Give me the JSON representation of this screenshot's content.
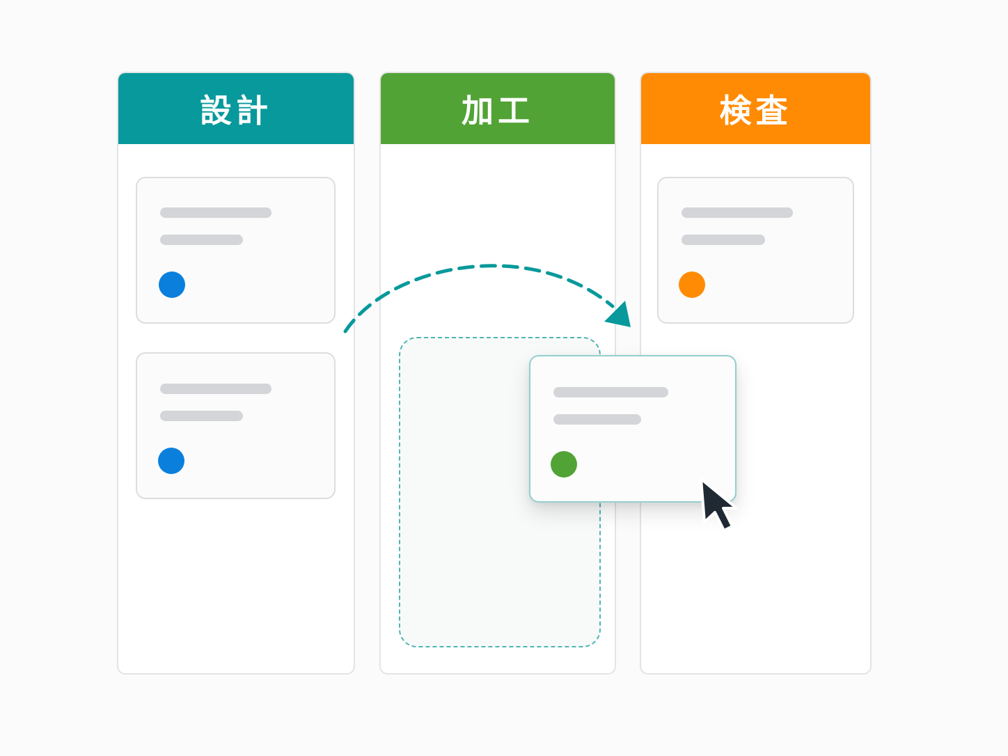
{
  "board": {
    "columns": [
      {
        "title": "設計",
        "color": "#07999b"
      },
      {
        "title": "加工",
        "color": "#52a335"
      },
      {
        "title": "検査",
        "color": "#ff8b05"
      }
    ]
  },
  "cards": {
    "design_1": {
      "dot_color": "#0b7fdc"
    },
    "design_2": {
      "dot_color": "#0b7fdc"
    },
    "inspect_1": {
      "dot_color": "#ff8b05"
    },
    "dragging": {
      "dot_color": "#52a335"
    }
  },
  "accent": "#07999b",
  "icons": {
    "move_arrow": "dashed-curved-arrow-icon",
    "pointer": "mouse-pointer-icon"
  }
}
